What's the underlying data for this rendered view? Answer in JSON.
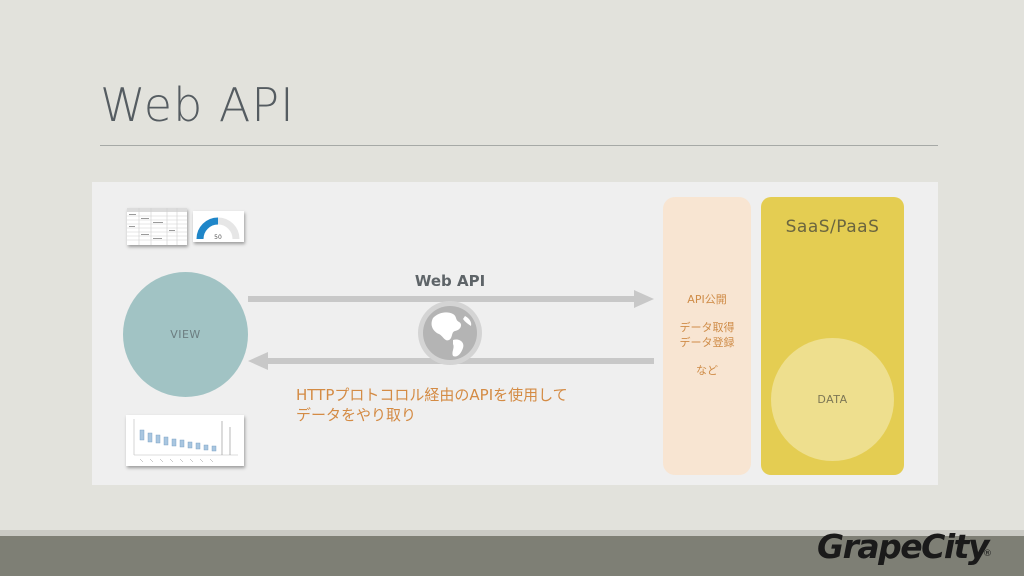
{
  "slide": {
    "title": "Web API"
  },
  "diagram": {
    "view_label": "VIEW",
    "connection_label": "Web API",
    "description_lines": [
      "HTTPプロトコロル経由のAPIを使用して",
      "データをやり取り"
    ],
    "api_box": {
      "lines": [
        "API公開",
        "データ取得",
        "データ登録",
        "など"
      ]
    },
    "saas_box": {
      "title": "SaaS/PaaS",
      "data_label": "DATA"
    },
    "gauge_value": "50"
  },
  "brand": {
    "logo_text": "GrapeCity",
    "registered_mark": "®"
  },
  "colors": {
    "background": "#e2e2dc",
    "panel": "#efefef",
    "view_circle": "#a1c3c4",
    "arrow": "#c8c8c8",
    "accent_orange": "#d48b44",
    "api_box": "#f8e5d2",
    "saas_box": "#e4cd52",
    "data_circle": "#eedf8e",
    "footer": "#7e7f75"
  }
}
